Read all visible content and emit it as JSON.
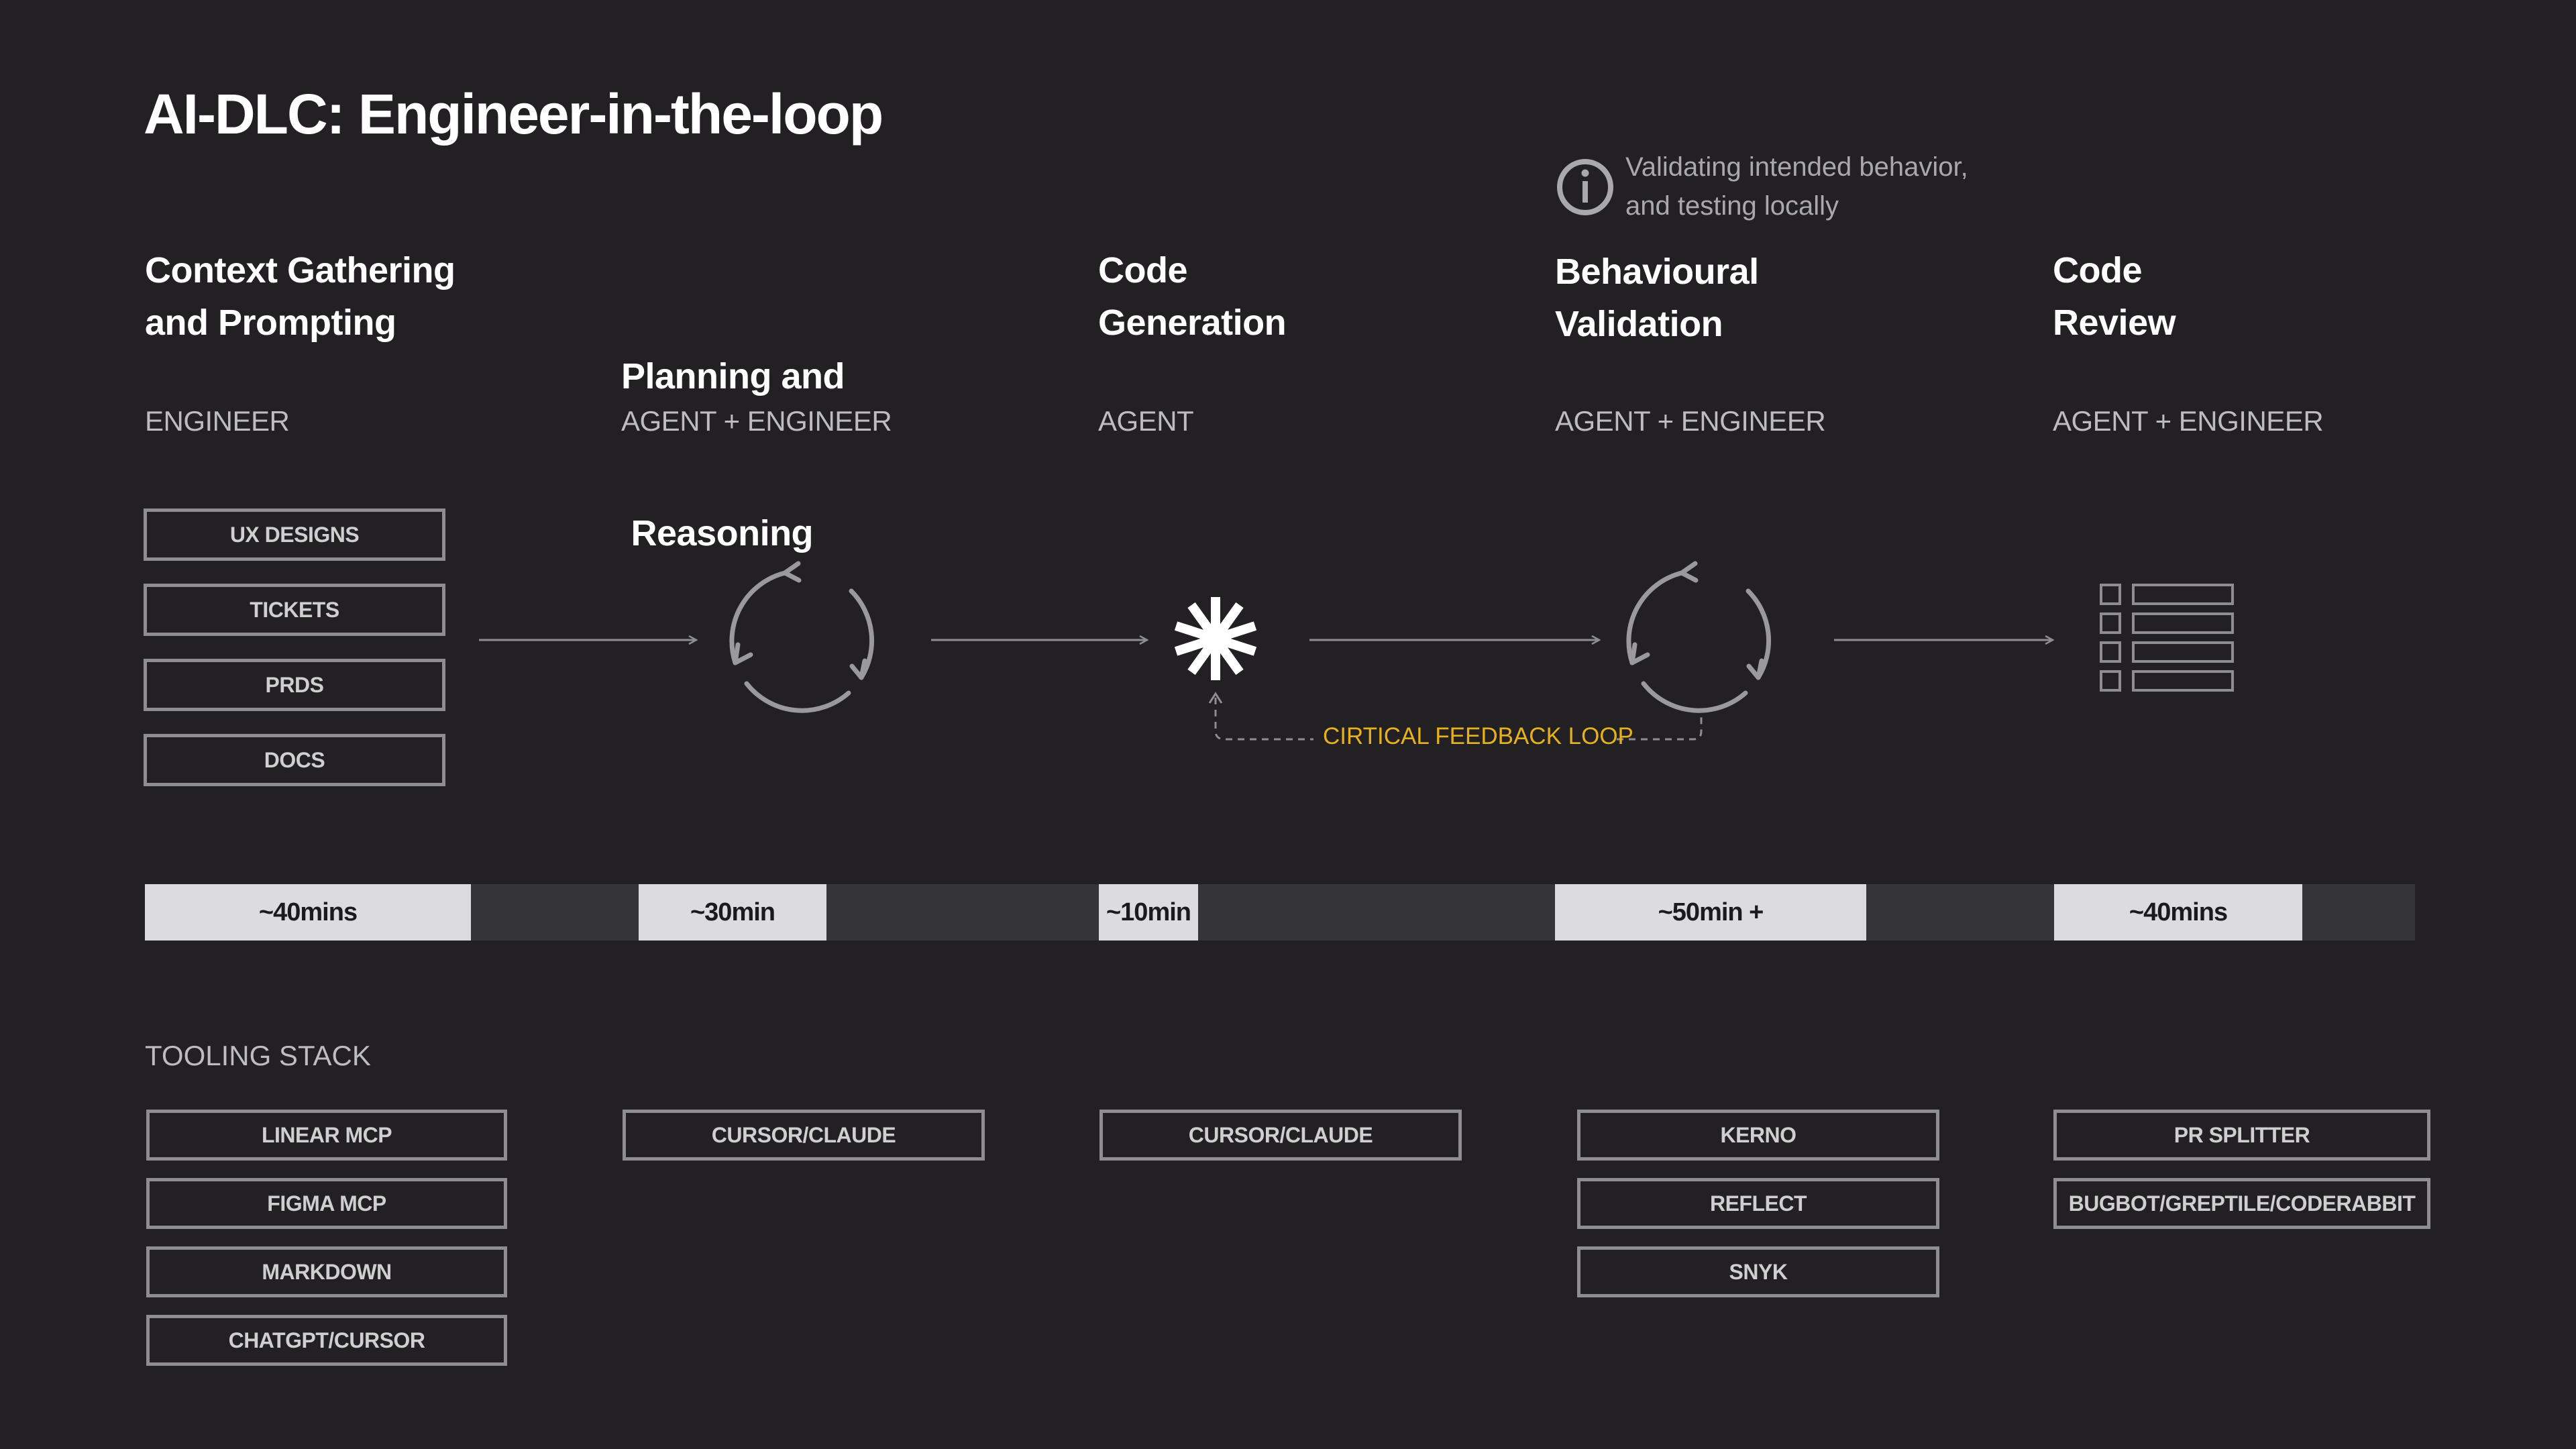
{
  "title": "AI-DLC: Engineer-in-the-loop",
  "info_note": {
    "line1": "Validating intended behavior,",
    "line2": "and testing  locally"
  },
  "stages": [
    {
      "title_line1": "Context Gathering",
      "title_line2": "and Prompting",
      "role": "ENGINEER",
      "duration": "~40mins"
    },
    {
      "title_line1": "Planning and",
      "title_line2": " Reasoning",
      "role": "AGENT + ENGINEER",
      "duration": "~30min"
    },
    {
      "title_line1": "Code",
      "title_line2": "Generation",
      "role": "AGENT",
      "duration": "~10min"
    },
    {
      "title_line1": "Behavioural",
      "title_line2": "Validation",
      "role": "AGENT + ENGINEER",
      "duration": "~50min +"
    },
    {
      "title_line1": "Code",
      "title_line2": "Review",
      "role": "AGENT + ENGINEER",
      "duration": "~40mins"
    }
  ],
  "context_inputs": [
    "UX DESIGNS",
    "TICKETS",
    "PRDS",
    "DOCS"
  ],
  "feedback_loop_label": "CIRTICAL FEEDBACK LOOP",
  "tooling_stack": {
    "label": "TOOLING STACK",
    "columns": [
      [
        "LINEAR MCP",
        "FIGMA MCP",
        "MARKDOWN",
        "CHATGPT/CURSOR"
      ],
      [
        "CURSOR/CLAUDE"
      ],
      [
        "CURSOR/CLAUDE"
      ],
      [
        "KERNO",
        "REFLECT",
        "SNYK"
      ],
      [
        "PR SPLITTER",
        "BUGBOT/GREPTILE/CODERABBIT"
      ]
    ]
  },
  "colors": {
    "background": "#222023",
    "accent_feedback": "#e6b21b",
    "timeline_fill": "#dcdcde",
    "timeline_track": "#353437",
    "box_border": "#8e8d90"
  },
  "icons": [
    "info-icon",
    "cycle-icon",
    "asterisk-icon",
    "cycle-icon",
    "checklist-icon"
  ]
}
